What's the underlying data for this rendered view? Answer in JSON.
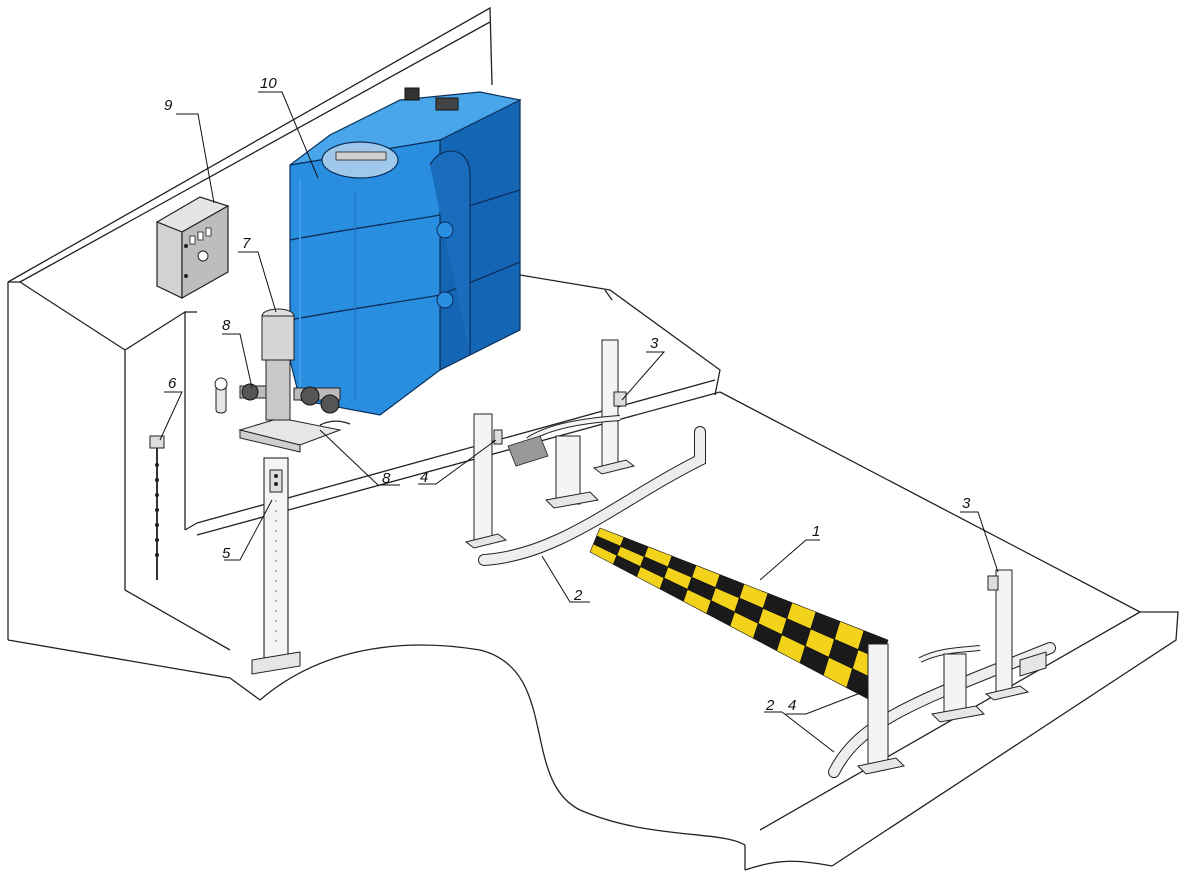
{
  "callouts": {
    "c1": "1",
    "c2a": "2",
    "c2b": "2",
    "c3a": "3",
    "c3b": "3",
    "c4a": "4",
    "c4b": "4",
    "c5": "5",
    "c6": "6",
    "c7": "7",
    "c8a": "8",
    "c8b": "8",
    "c9": "9",
    "c10": "10"
  },
  "colors": {
    "tank_light": "#3a9be6",
    "tank_mid": "#1f7fd0",
    "tank_dark": "#1565b5",
    "mat_yellow": "#f2d21b",
    "mat_black": "#1a1a1a",
    "panel_gray": "#c9c9c9",
    "line": "#222222"
  }
}
